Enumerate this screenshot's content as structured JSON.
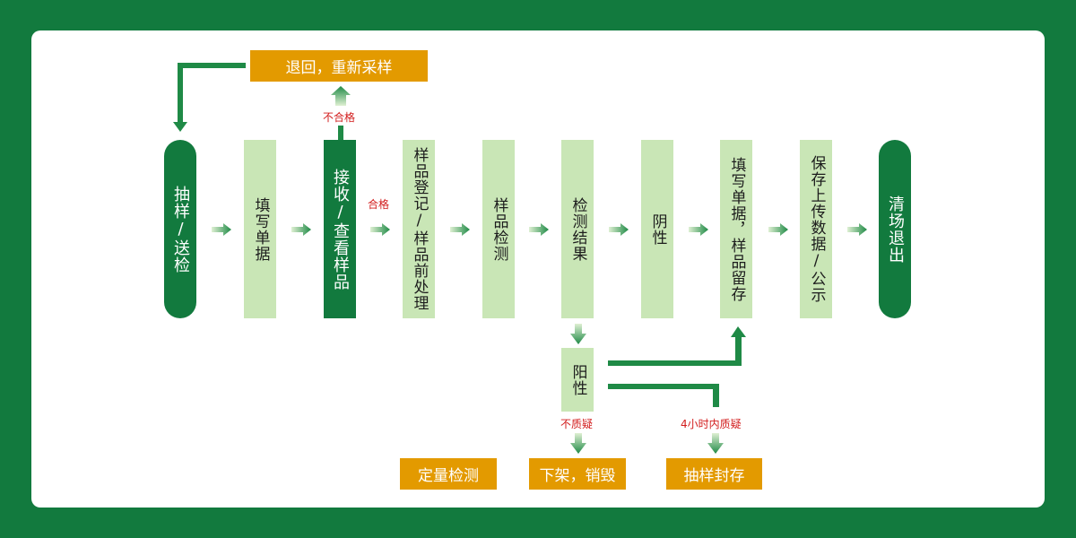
{
  "colors": {
    "background": "#127a3e",
    "card": "#ffffff",
    "pill": "#127a3e",
    "step": "#c9e6b6",
    "highlight": "#127a3e",
    "callout": "#e39a00",
    "label": "#d21d1d"
  },
  "steps": [
    {
      "id": "sampling",
      "text": "抽样/送检"
    },
    {
      "id": "fill-form",
      "text": "填写单据"
    },
    {
      "id": "receive",
      "text": "接收/查看样品"
    },
    {
      "id": "register",
      "text": "样品登记/样品前处理"
    },
    {
      "id": "detect",
      "text": "样品检测"
    },
    {
      "id": "result",
      "text": "检测结果"
    },
    {
      "id": "negative",
      "text": "阴性"
    },
    {
      "id": "fill-keep",
      "text": "填写单据，样品留存"
    },
    {
      "id": "save-upload",
      "text": "保存上传数据/公示"
    },
    {
      "id": "cleanup",
      "text": "清场退出"
    }
  ],
  "positive": {
    "text": "阳性"
  },
  "callouts": {
    "resample": "退回，重新采样",
    "quantitative": "定量检测",
    "offshelf": "下架，销毁",
    "sealed": "抽样封存"
  },
  "labels": {
    "unqualified": "不合格",
    "qualified": "合格",
    "no_dispute": "不质疑",
    "dispute_4h": "4小时内质疑"
  }
}
